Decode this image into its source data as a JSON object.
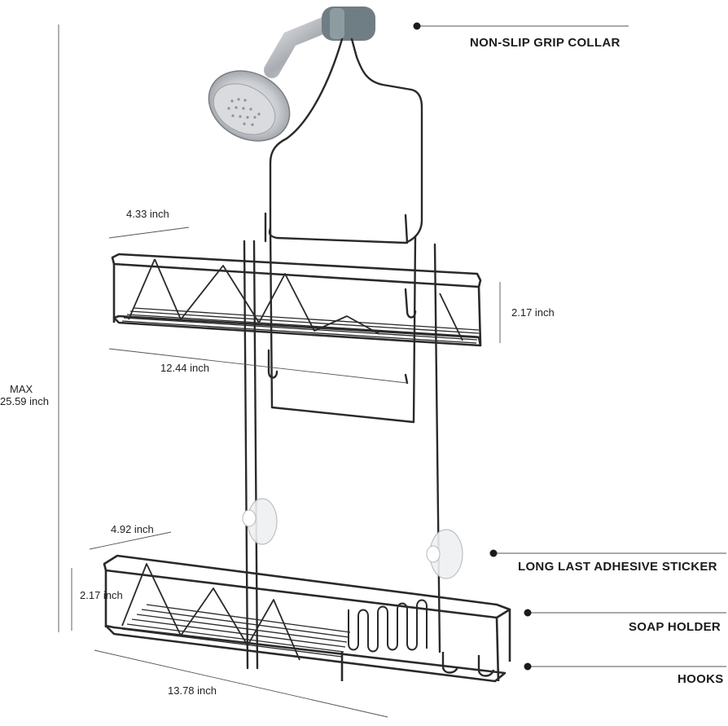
{
  "callouts": {
    "grip_collar": "NON-SLIP GRIP COLLAR",
    "adhesive_sticker": "LONG LAST ADHESIVE STICKER",
    "soap_holder": "SOAP HOLDER",
    "hooks": "HOOKS"
  },
  "dimensions": {
    "max_label": "MAX",
    "max_height": "25.59 inch",
    "top_depth": "4.33 inch",
    "top_width": "12.44 inch",
    "top_height": "2.17 inch",
    "bottom_depth": "4.92 inch",
    "bottom_height": "2.17 inch",
    "bottom_width": "13.78 inch"
  },
  "colors": {
    "metal": "#2a2a2a",
    "leader_line": "#555555",
    "chrome": "#b9bcc0",
    "collar": "#6f7e84"
  }
}
